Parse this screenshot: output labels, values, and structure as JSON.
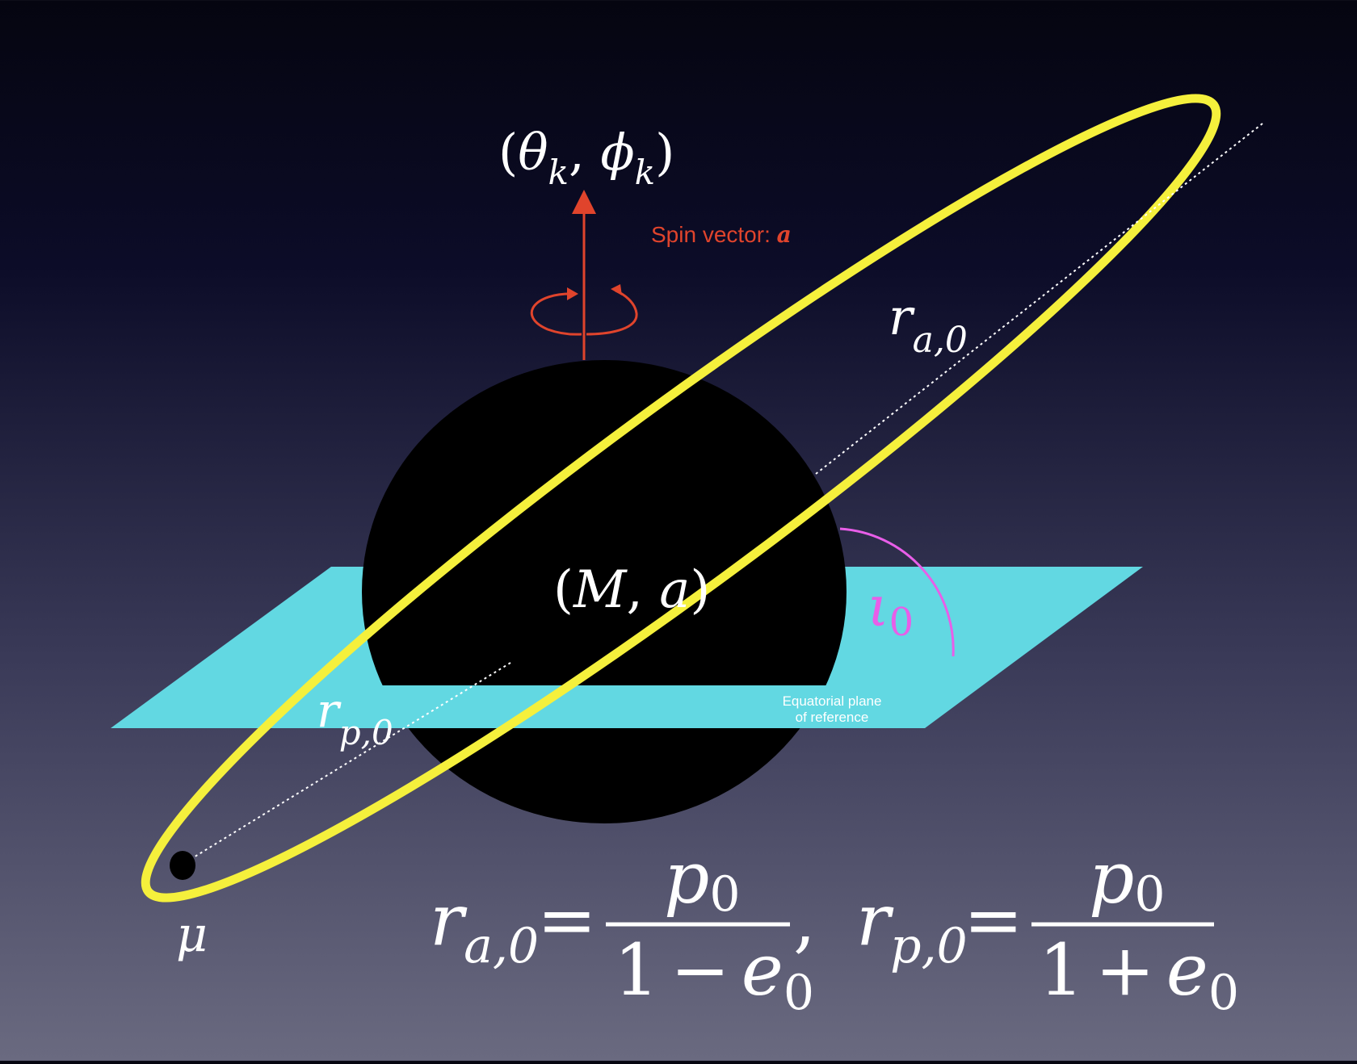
{
  "diagram": {
    "spin_vector_label": "Spin vector: ",
    "spin_vector_symbol": "a",
    "spin_direction": {
      "open": "(",
      "theta": "θ",
      "sep": ", ",
      "phi": "ϕ",
      "sub": "k",
      "close": ")"
    },
    "black_hole": {
      "open": "(",
      "mass": "M",
      "sep": ", ",
      "spin": "a",
      "close": ")"
    },
    "apoapsis": {
      "r": "r",
      "sub": "a,0"
    },
    "periapsis": {
      "r": "r",
      "sub": "p,0"
    },
    "inclination": {
      "symbol": "ι",
      "sub": "0"
    },
    "small_body": "μ",
    "plane_label_line1": "Equatorial plane",
    "plane_label_line2": "of reference",
    "formula": {
      "ra_lhs_r": "r",
      "ra_lhs_sub": "a,0",
      "eq": "=",
      "numerator_p": "p",
      "numerator_sub": "0",
      "ra_den_one": "1",
      "ra_den_op": "−",
      "den_e": "e",
      "den_sub": "0",
      "comma": ",",
      "rp_lhs_r": "r",
      "rp_lhs_sub": "p,0",
      "rp_den_one": "1",
      "rp_den_op": "+"
    },
    "colors": {
      "orbit": "#f5f03c",
      "plane": "#62d8e2",
      "spin": "#e0442c",
      "inclination": "#e85ee8",
      "black_hole": "#000000"
    }
  }
}
